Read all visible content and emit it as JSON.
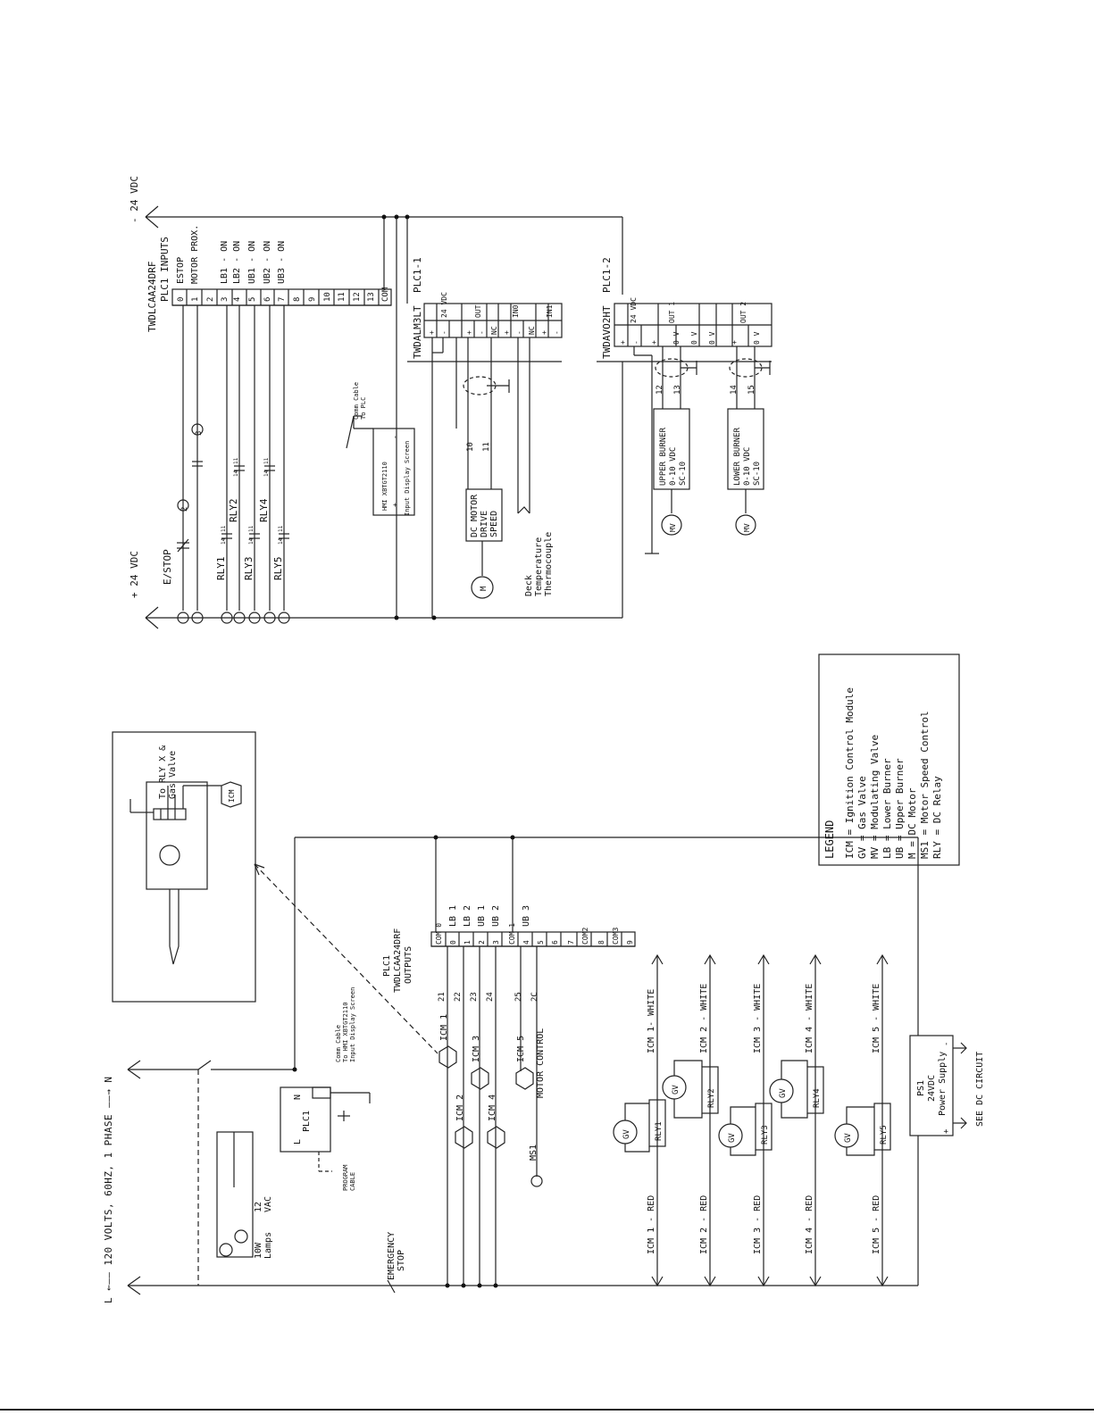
{
  "dc_circuit": {
    "plus24": "+ 24 VDC",
    "minus24": "- 24 VDC",
    "plc_title_1": "TWDLCAA24DRF",
    "plc_title_2": "PLC1        INPUTS",
    "input_terminals": [
      "0",
      "1",
      "2",
      "3",
      "4",
      "5",
      "6",
      "7",
      "8",
      "9",
      "10",
      "11",
      "12",
      "13",
      "COM"
    ],
    "input_labels": [
      "ESTOP",
      "MOTOR PROX.",
      "",
      "LB1 - ON",
      "LB2 - ON",
      "UB1 - ON",
      "UB2 - ON",
      "UB3 - ON"
    ],
    "estop": "E/STOP",
    "relays": [
      "RLY1",
      "RLY2",
      "RLY3",
      "RLY4",
      "RLY5"
    ],
    "relay_contact_no": "14",
    "relay_contact_com": "11",
    "circle_2": "2",
    "circle_3": "3",
    "hmi_1": "HMI XBTGT2110",
    "hmi_2": "Input Display Screen",
    "hmi_plus": "+",
    "hmi_minus": "-",
    "comm_1": "Comm Cable",
    "comm_2": "To PLC",
    "plc11_label": "PLC1-1",
    "twdalm": "TWDALM3LT",
    "alm_t1": [
      "+",
      "-",
      "",
      "+",
      "-",
      "NC",
      "+",
      "-",
      "NC",
      "+",
      "-"
    ],
    "alm_t2": [
      "24 VDC",
      "OUT",
      "IN0",
      "IN1"
    ],
    "plc12_label": "PLC1-2",
    "twdavo": "TWDAVO2HT",
    "avo_t1": [
      "+",
      "-",
      "+",
      "0 V",
      "0 V",
      "0 V",
      "+",
      "0 V"
    ],
    "avo_t2": [
      "24 VDC",
      "OUT 1",
      "OUT 2"
    ],
    "dc_motor": [
      "DC MOTOR",
      "DRIVE",
      "SPEED"
    ],
    "m_symbol": "M",
    "wire_10": "10",
    "wire_11": "11",
    "deck_temp": [
      "Deck",
      "Temperature",
      "Thermocouple"
    ],
    "wire_12": "12",
    "wire_13": "13",
    "wire_14": "14",
    "wire_15": "15",
    "upper_burner": [
      "UPPER BURNER",
      "0-10 VDC",
      "SC-10"
    ],
    "lower_burner": [
      "LOWER BURNER",
      "0-10 VDC",
      "SC-10"
    ],
    "mv": "MV"
  },
  "detail": {
    "to_rly_1": "To RLY X &",
    "to_rly_2": "Gas Valve",
    "icm": "ICM"
  },
  "legend": {
    "title": "LEGEND",
    "lines": [
      "ICM = Ignition Control Module",
      "GV = Gas Valve",
      "MV = Modulating Valve",
      "LB = Lower Burner",
      "UB = Upper Burner",
      "M = DC Motor",
      "MS1 = Motor Speed Control",
      "RLY = DC Relay"
    ]
  },
  "ac_circuit": {
    "supply": "L ←—— 120 VOLTS, 60HZ, 1 PHASE ——→ N",
    "lamps_1": "10W",
    "lamps_2": "Lamps",
    "lamps_v1": "12",
    "lamps_v2": "VAC",
    "emergency_1": "EMERGENCY",
    "emergency_2": "STOP",
    "plc1": "PLC1",
    "plc_l": "L",
    "plc_n": "N",
    "program_1": "PROGRAM",
    "program_2": "CABLE",
    "comm_1": "Comm Cable",
    "comm_2": "To HMI XBTGT2110",
    "comm_3": "Input Display Screen",
    "icm_left": [
      "ICM 2",
      "ICM 4"
    ],
    "icm_right": [
      "ICM 1",
      "ICM 3",
      "ICM 5"
    ],
    "motor_control": "MOTOR CONTROL",
    "ms1": "MS1",
    "wires": [
      "21",
      "22",
      "23",
      "24",
      "25",
      "2C"
    ],
    "out_title_1": "PLC1",
    "out_title_2": "TWDLCAA24DRF",
    "out_title_3": "OUTPUTS",
    "out_terminals": [
      "COM 0",
      "0",
      "1",
      "2",
      "3",
      "COM 1",
      "4",
      "5",
      "6",
      "7",
      "COM2",
      "8",
      "COM3",
      "9"
    ],
    "out_labels": [
      "",
      "LB 1",
      "LB 2",
      "UB 1",
      "UB 2",
      "",
      "UB 3"
    ],
    "red_lines": [
      "ICM 1 - RED",
      "ICM 2 - RED",
      "ICM 3 - RED",
      "ICM 4 - RED",
      "ICM 5 - RED"
    ],
    "white_lines": [
      "ICM 1- WHITE",
      "ICM 2 - WHITE",
      "ICM 3 - WHITE",
      "ICM 4 - WHITE",
      "ICM 5 - WHITE"
    ],
    "relays": [
      "RLY1",
      "RLY2",
      "RLY3",
      "RLY4",
      "RLY5"
    ],
    "gv": "GV",
    "ps1": [
      "PS1",
      "24VDC",
      "Power Supply"
    ],
    "ps_plus": "+",
    "ps_minus": "-",
    "see_dc": "SEE DC CIRCUIT"
  }
}
